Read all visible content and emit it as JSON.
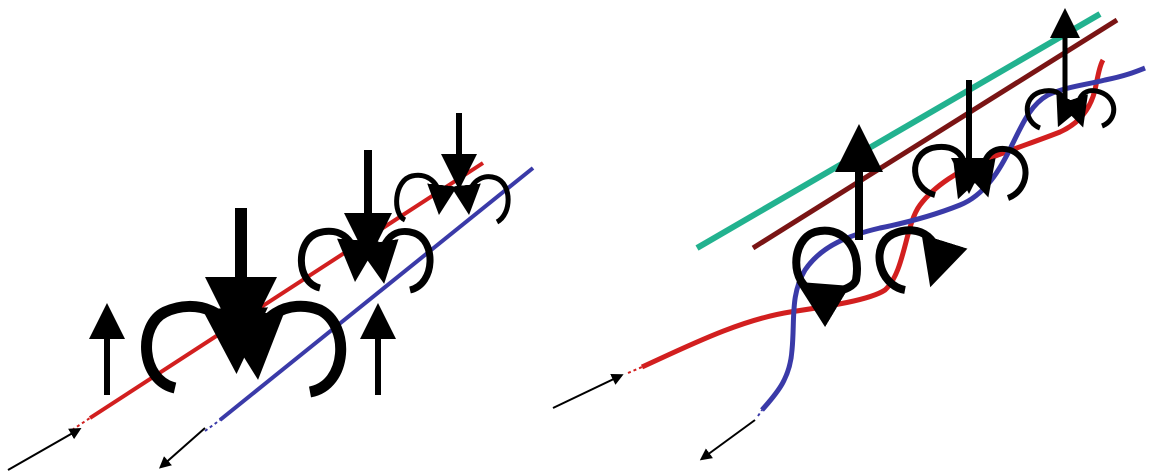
{
  "colors": {
    "background": "#ffffff",
    "ink": "#000000",
    "red_line": "#d21f1f",
    "blue_line": "#3a3aa8",
    "teal_line": "#22b28f",
    "maroon_line": "#7a1414"
  },
  "panels": [
    {
      "id": "left",
      "content": "straight-lines-with-vortices"
    },
    {
      "id": "right",
      "content": "braided-lines-with-vortices"
    }
  ]
}
